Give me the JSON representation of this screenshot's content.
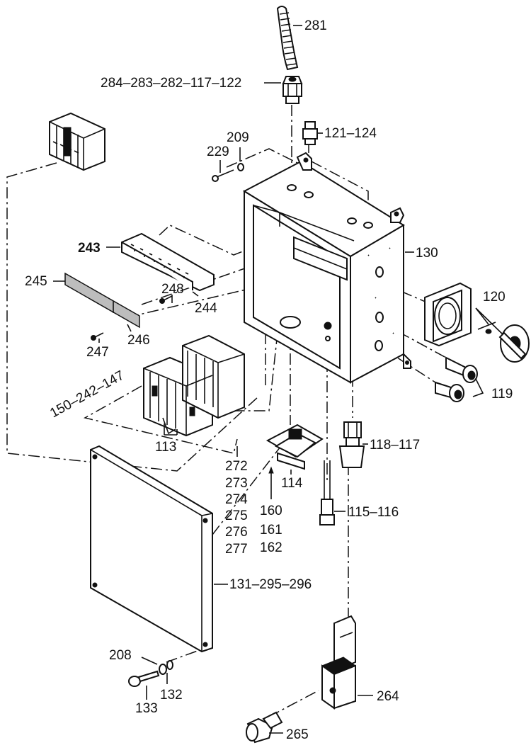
{
  "labels": {
    "l281": "281",
    "l284": "284–283–282–117–122",
    "l121": "121–124",
    "l209": "209",
    "l229": "229",
    "l243": "243",
    "l130": "130",
    "l245": "245",
    "l248": "248",
    "l244": "244",
    "l120": "120",
    "l247": "247",
    "l246": "246",
    "l150": "150–242–147",
    "l119": "119",
    "l118": "118–117",
    "l113": "113",
    "l272": "272",
    "l273": "273",
    "l274": "274",
    "l275": "275",
    "l276": "276",
    "l277": "277",
    "l114": "114",
    "l160": "160",
    "l161": "161",
    "l162": "162",
    "l115": "115–116",
    "l131": "131–295–296",
    "l208": "208",
    "l132": "132",
    "l133": "133",
    "l264": "264",
    "l265": "265"
  }
}
